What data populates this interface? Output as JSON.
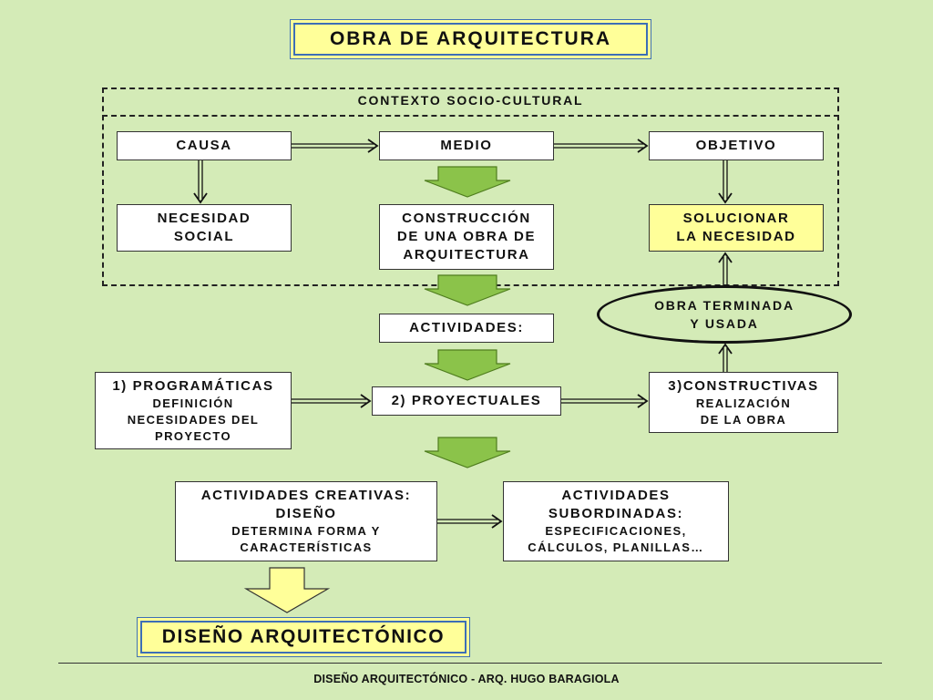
{
  "title": "OBRA DE ARQUITECTURA",
  "context_label": "CONTEXTO SOCIO-CULTURAL",
  "causa": "CAUSA",
  "medio": "MEDIO",
  "objetivo": "OBJETIVO",
  "necesidad": {
    "line1": "NECESIDAD",
    "line2": "SOCIAL"
  },
  "construccion": {
    "line1": "CONSTRUCCIÓN",
    "line2": "DE UNA OBRA DE",
    "line3": "ARQUITECTURA"
  },
  "solucionar": {
    "line1": "SOLUCIONAR",
    "line2": "LA NECESIDAD"
  },
  "obra_terminada": {
    "line1": "OBRA TERMINADA",
    "line2": "Y USADA"
  },
  "actividades": "ACTIVIDADES:",
  "programaticas": {
    "line1": "1) PROGRAMÁTICAS",
    "line2": "DEFINICIÓN",
    "line3": "NECESIDADES DEL",
    "line4": "PROYECTO"
  },
  "proyectuales": "2) PROYECTUALES",
  "constructivas": {
    "line1": "3)CONSTRUCTIVAS",
    "line2": "REALIZACIÓN",
    "line3": "DE LA OBRA"
  },
  "creativas": {
    "line1": "ACTIVIDADES CREATIVAS:",
    "line2": "DISEÑO",
    "line3": "DETERMINA FORMA Y",
    "line4": "CARACTERÍSTICAS"
  },
  "subordinadas": {
    "line1": "ACTIVIDADES",
    "line2": "SUBORDINADAS:",
    "line3": "ESPECIFICACIONES,",
    "line4": "CÁLCULOS, PLANILLAS…"
  },
  "result": "DISEÑO ARQUITECTÓNICO",
  "footer": "DISEÑO ARQUITECTÓNICO  -  ARQ. HUGO BARAGIOLA",
  "colors": {
    "background": "#d4ebb7",
    "highlight_yellow": "#ffff99",
    "title_border": "#3d6fb6",
    "green_arrow": "#8bc34a",
    "yellow_arrow": "#ffff99"
  }
}
